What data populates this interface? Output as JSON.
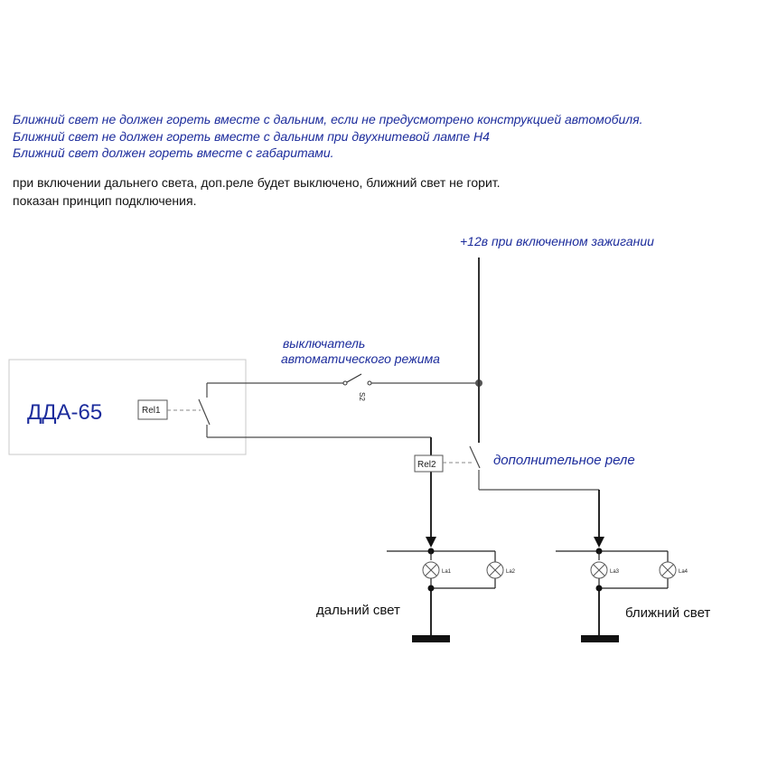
{
  "notes": {
    "rule1": "Ближний свет не должен гореть вместе с дальним, если не предусмотрено конструкцией автомобиля.",
    "rule2": "Ближний свет не должен гореть вместе с дальним при двухнитевой лампе Н4",
    "rule3": "Ближний свет должен гореть вместе с габаритами.",
    "info1": "при включении дальнего света, доп.реле будет выключено, ближний свет не горит.",
    "info2": "показан принцип подключения."
  },
  "diagram": {
    "power_label": "+12в при включенном зажигании",
    "switch_label_line1": "выключатель",
    "switch_label_line2": "автоматического режима",
    "switch_ref": "S2",
    "device_name": "ДДА-65",
    "relay1": "Rel1",
    "relay2": "Rel2",
    "relay2_label": "дополнительное реле",
    "lamps": [
      "La1",
      "La2",
      "La3",
      "La4"
    ],
    "high_beam_label": "дальний свет",
    "low_beam_label": "ближний свет"
  },
  "colors": {
    "label_blue": "#1c2c9c",
    "wire": "#4a4a4a"
  }
}
